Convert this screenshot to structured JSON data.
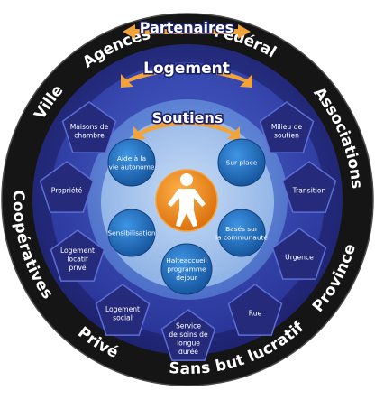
{
  "outer_ring": {
    "items": [
      "Ville",
      "Agences",
      "Fédéral",
      "Associations",
      "Province",
      "Sans but lucratif",
      "Privé",
      "Coopératives"
    ]
  },
  "tiers": {
    "partners_title": "Partenaires",
    "housing_title": "Logement",
    "supports_title": "Soutiens"
  },
  "housing_options": [
    [
      "Maisons de",
      "chambre"
    ],
    [
      "Milieu de",
      "soutien"
    ],
    [
      "Propriété"
    ],
    [
      "Transition"
    ],
    [
      "Logement",
      "locatif",
      "privé"
    ],
    [
      "Urgence"
    ],
    [
      "Logement",
      "social"
    ],
    [
      "Rue"
    ],
    [
      "Service",
      "de soins de",
      "longue",
      "durée"
    ]
  ],
  "supports": [
    [
      "Aide à la",
      "vie autonome"
    ],
    [
      "Sur place"
    ],
    [
      "Sensibilisation"
    ],
    [
      "Basés sur",
      "la communauté"
    ],
    [
      "Halteaccueil",
      "programme",
      "dejour"
    ]
  ],
  "center": {
    "icon": "person-icon"
  },
  "colors": {
    "outer_ring": "#151515",
    "partner_band": "#2a2f86",
    "housing_band": "#2f3fae",
    "supports_band": "#5a7fd4",
    "core": "#a9c6ec",
    "pentagon": "#252b7a",
    "support_circle": "#1f6fc2",
    "center": "#f08a18",
    "arrow": "#f2a33a"
  }
}
